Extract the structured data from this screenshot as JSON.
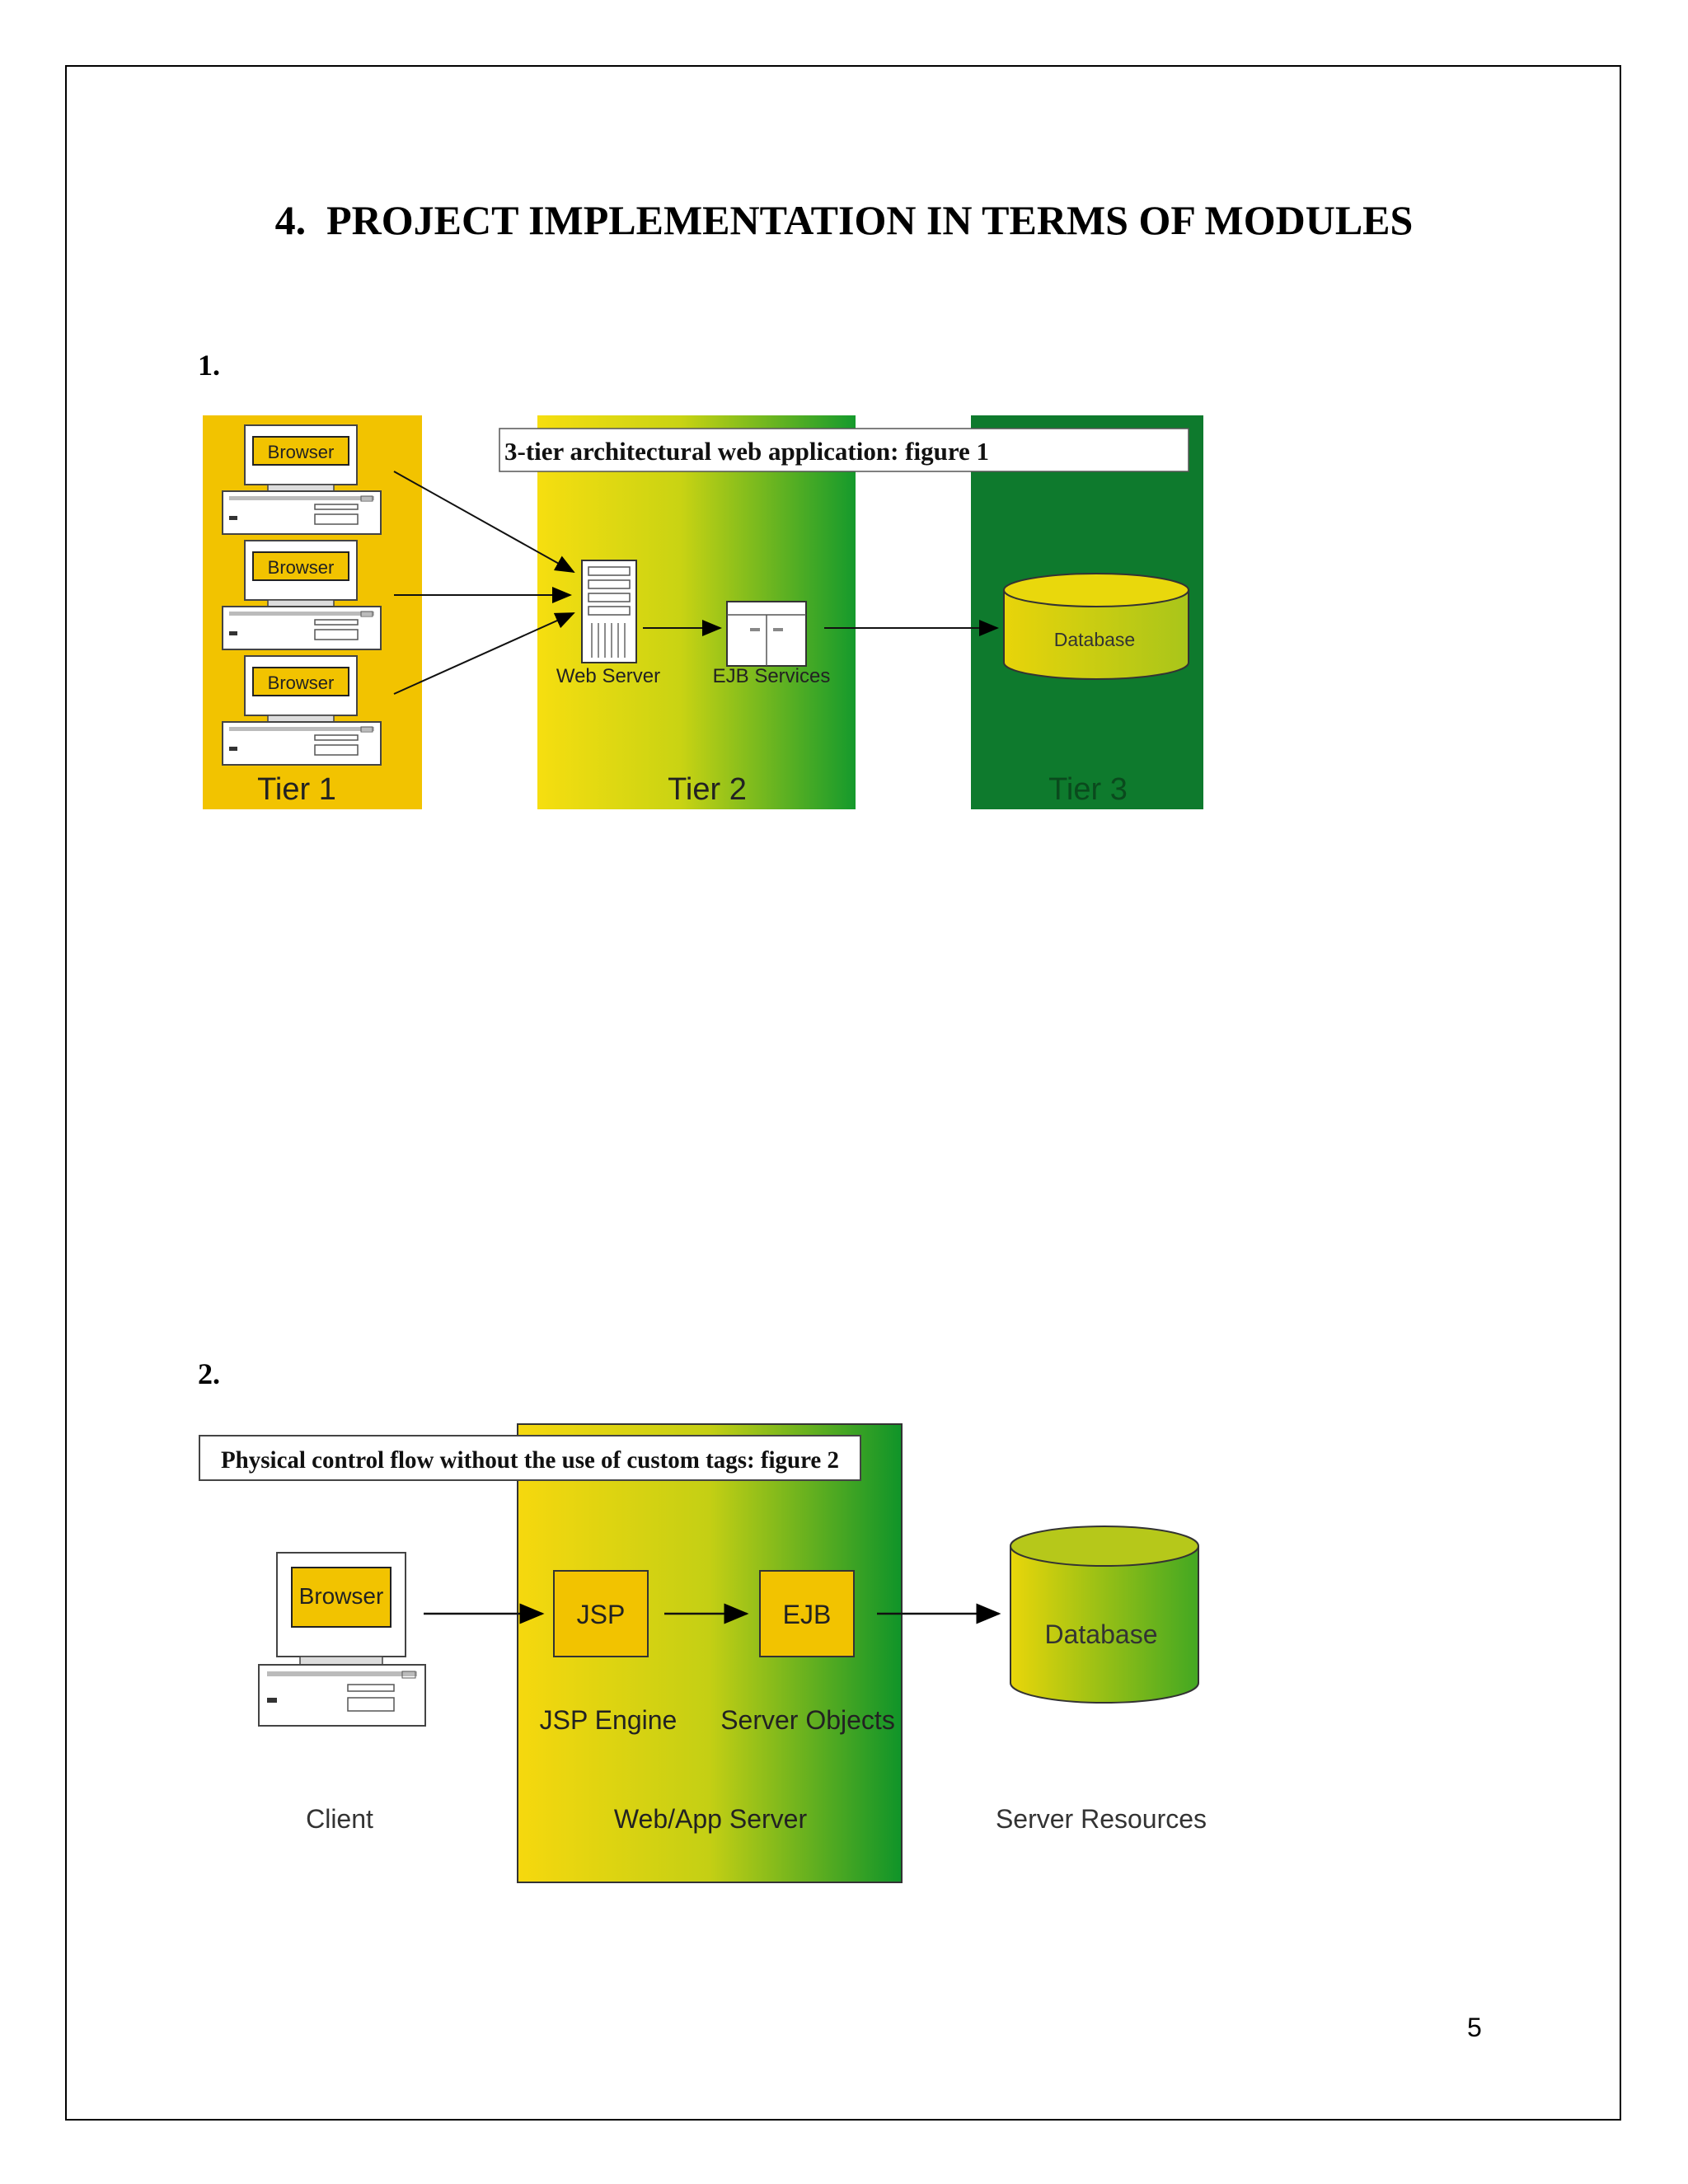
{
  "heading": {
    "number": "4.",
    "title": "PROJECT IMPLEMENTATION IN TERMS OF MODULES"
  },
  "sections": [
    {
      "label": "1."
    },
    {
      "label": "2."
    }
  ],
  "figure1": {
    "caption": "3-tier architectural web application:  figure 1",
    "browser_labels": [
      "Browser",
      "Browser",
      "Browser"
    ],
    "web_server_label": "Web Server",
    "ejb_label": "EJB Services",
    "database_label": "Database",
    "tiers": [
      "Tier 1",
      "Tier 2",
      "Tier 3"
    ],
    "colors": {
      "yellow": "#f2c500",
      "green": "#0e7a2d",
      "gradient_start": "#f4dc10",
      "gradient_end": "#159a2c"
    }
  },
  "figure2": {
    "caption": "Physical control flow without the use of custom tags: figure 2",
    "browser_label": "Browser",
    "jsp_label": "JSP",
    "ejb_label": "EJB",
    "jsp_engine_label": "JSP Engine",
    "server_objects_label": "Server Objects",
    "database_label": "Database",
    "client_label": "Client",
    "web_app_server_label": "Web/App Server",
    "server_resources_label": "Server Resources"
  },
  "page_number": "5"
}
